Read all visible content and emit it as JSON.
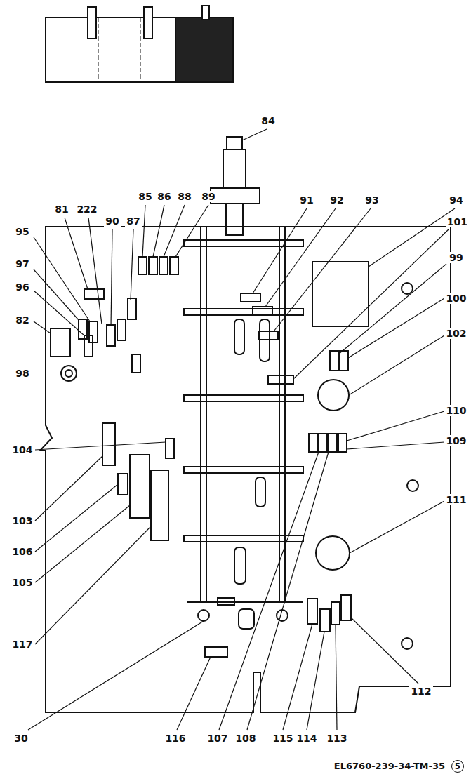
{
  "diagram": {
    "caption": "EL6760-239-34-TM-35",
    "labels": [
      "84",
      "81",
      "222",
      "90",
      "87",
      "85",
      "86",
      "88",
      "89",
      "91",
      "92",
      "93",
      "94",
      "95",
      "97",
      "96",
      "82",
      "101",
      "99",
      "100",
      "98",
      "102",
      "104",
      "110",
      "103",
      "106",
      "105",
      "109",
      "117",
      "111",
      "112",
      "30",
      "116",
      "107",
      "108",
      "115",
      "114",
      "113",
      "5"
    ]
  }
}
